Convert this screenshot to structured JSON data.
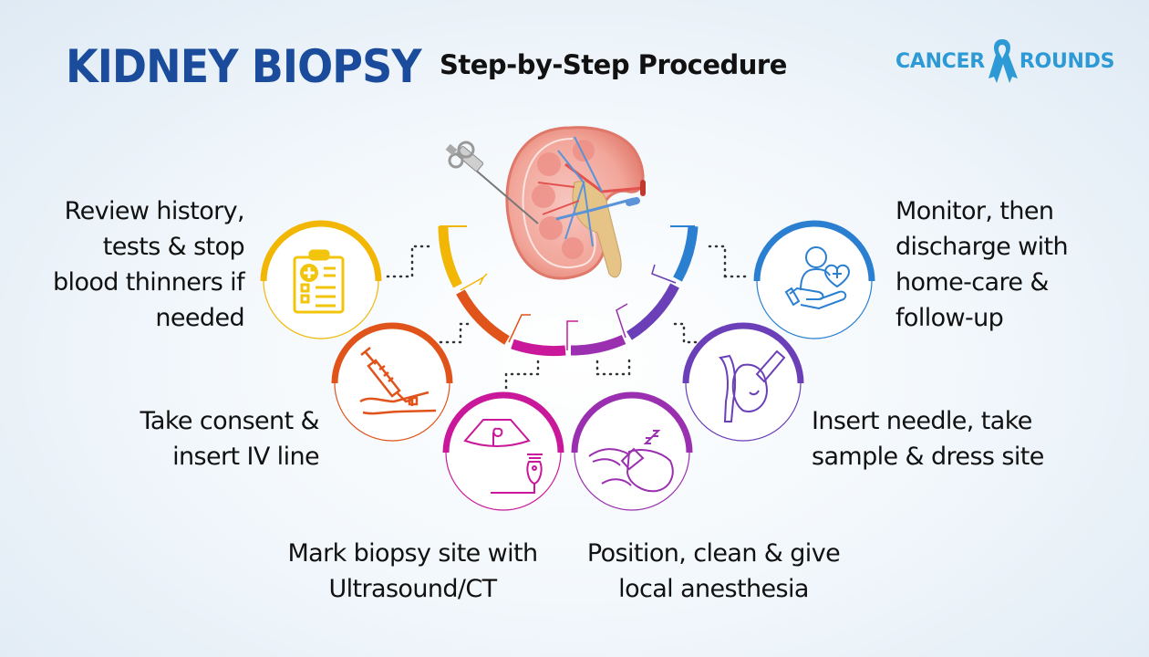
{
  "header": {
    "title": "KIDNEY BIOPSY",
    "subtitle": "Step-by-Step Procedure"
  },
  "logo": {
    "left_text": "CANCER",
    "right_text": "ROUNDS",
    "icon": "awareness-ribbon-icon",
    "color": "#2d9ad5"
  },
  "center_image": {
    "icon": "kidney-cross-section-with-biopsy-needle"
  },
  "steps": [
    {
      "id": 1,
      "icon": "clipboard-medical-icon",
      "color": "#f2b705",
      "lines": [
        "Review history,",
        "tests & stop",
        "blood thinners if",
        "needed"
      ]
    },
    {
      "id": 2,
      "icon": "syringe-arm-iv-icon",
      "color": "#e0531a",
      "lines": [
        "Take consent &",
        "insert IV line"
      ]
    },
    {
      "id": 3,
      "icon": "ultrasound-probe-kidney-icon",
      "color": "#c9199a",
      "lines": [
        "Mark biopsy site with",
        "Ultrasound/CT"
      ]
    },
    {
      "id": 4,
      "icon": "sleeping-patient-mask-icon",
      "color": "#9a2fb0",
      "lines": [
        "Position, clean & give",
        "local anesthesia"
      ]
    },
    {
      "id": 5,
      "icon": "kidney-needle-insertion-icon",
      "color": "#6a3fb8",
      "lines": [
        "Insert needle, take",
        "sample & dress site"
      ]
    },
    {
      "id": 6,
      "icon": "hand-patient-care-heart-icon",
      "color": "#2a7fd0",
      "lines": [
        "Monitor, then",
        "discharge with",
        "home-care &",
        "follow-up"
      ]
    }
  ]
}
